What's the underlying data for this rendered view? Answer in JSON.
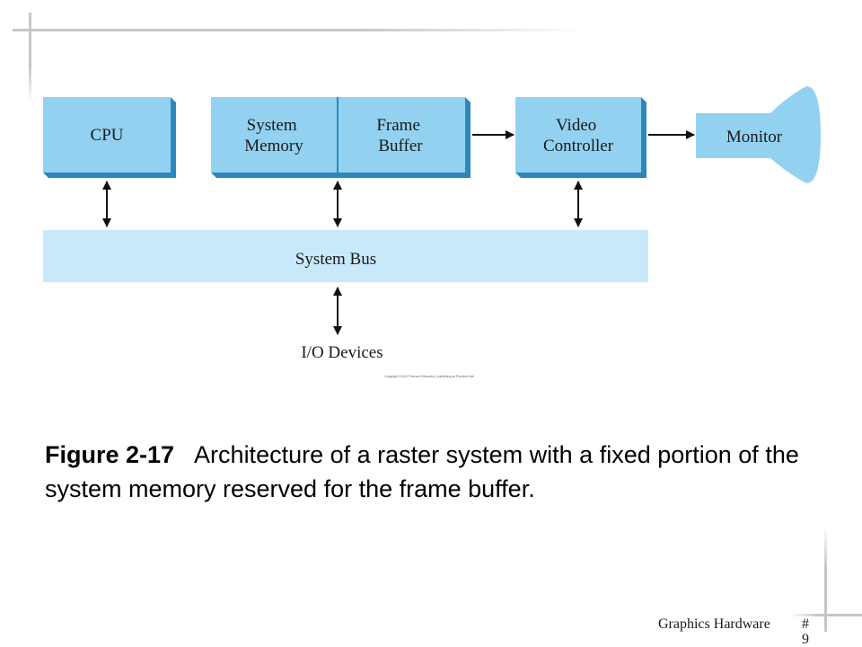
{
  "colors": {
    "box_fill": "#92d2f0",
    "box_shadow": "#2f86bd",
    "bus_fill": "#c7e9fa",
    "frame_line": "#c9c9c9",
    "arrow": "#111111"
  },
  "diagram": {
    "cpu_label": "CPU",
    "system_memory_label": [
      "System",
      "Memory"
    ],
    "frame_buffer_label": [
      "Frame",
      "Buffer"
    ],
    "video_controller_label": [
      "Video",
      "Controller"
    ],
    "monitor_label": "Monitor",
    "system_bus_label": "System Bus",
    "io_devices_label": "I/O Devices",
    "copyright": "Copyright ©2011 Pearson Education, publishing as Prentice Hall"
  },
  "caption": {
    "figure_label": "Figure 2-17",
    "text": "Architecture of a raster system with a fixed portion of the system memory reserved for the frame buffer."
  },
  "footer": {
    "section_label": "Graphics Hardware",
    "page_number": "# 9"
  }
}
